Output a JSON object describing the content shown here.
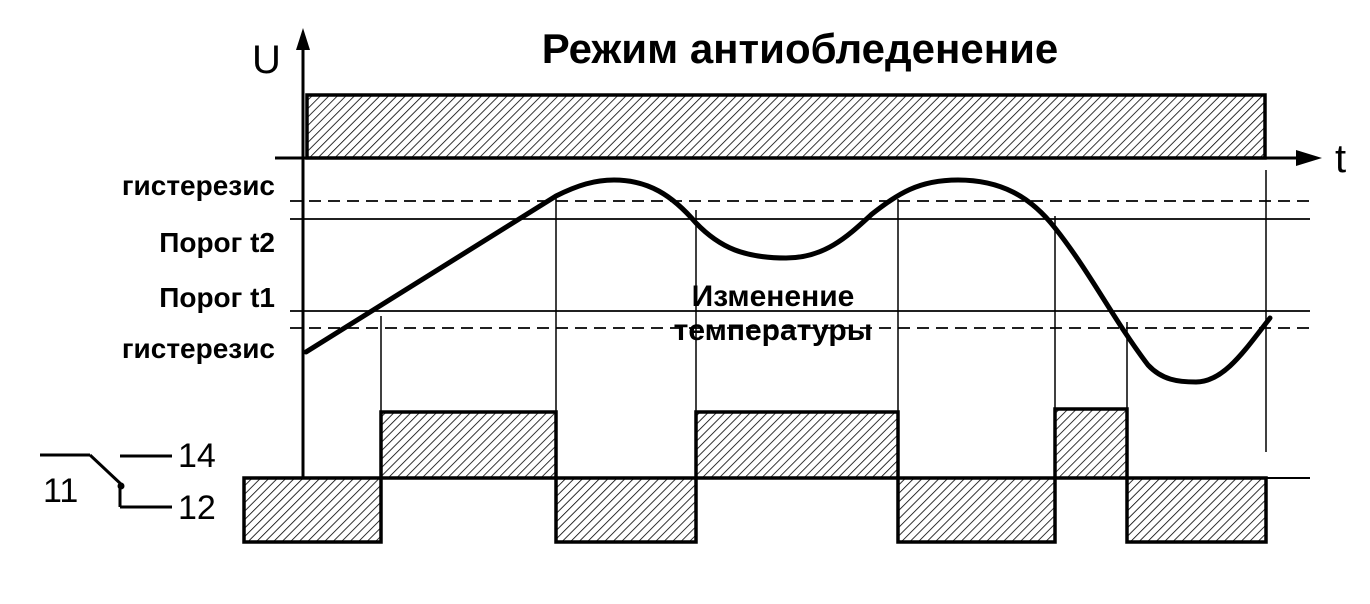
{
  "title": "Режим антиобледенение",
  "axes": {
    "y_label": "U",
    "x_label": "t"
  },
  "levels": {
    "hysteresis_upper": "гистерезис",
    "threshold_t2": "Порог t2",
    "threshold_t1": "Порог t1",
    "hysteresis_lower": "гистерезис"
  },
  "curve_caption": {
    "line1": "Изменение",
    "line2": "температуры"
  },
  "contact": {
    "common": "11",
    "no": "14",
    "nc": "12"
  }
}
